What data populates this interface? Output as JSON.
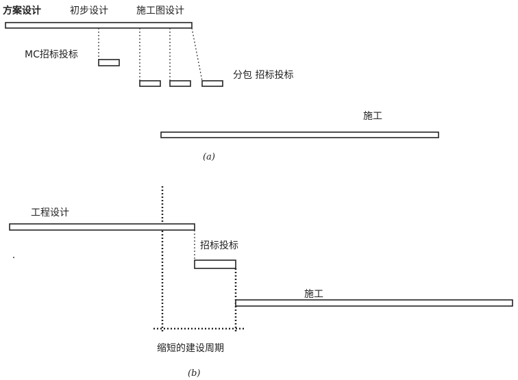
{
  "diagram_a": {
    "phase_labels": [
      "方案设计",
      "初步设计",
      "施工图设计"
    ],
    "mc_bidding": "MC招标投标",
    "subcontract_bidding": "分包 招标投标",
    "construction": "施工",
    "caption": "(a)"
  },
  "diagram_b": {
    "design": "工程设计",
    "bidding": "招标投标",
    "construction": "施工",
    "shortened_period": "缩短的建设周期",
    "caption": "(b)"
  }
}
